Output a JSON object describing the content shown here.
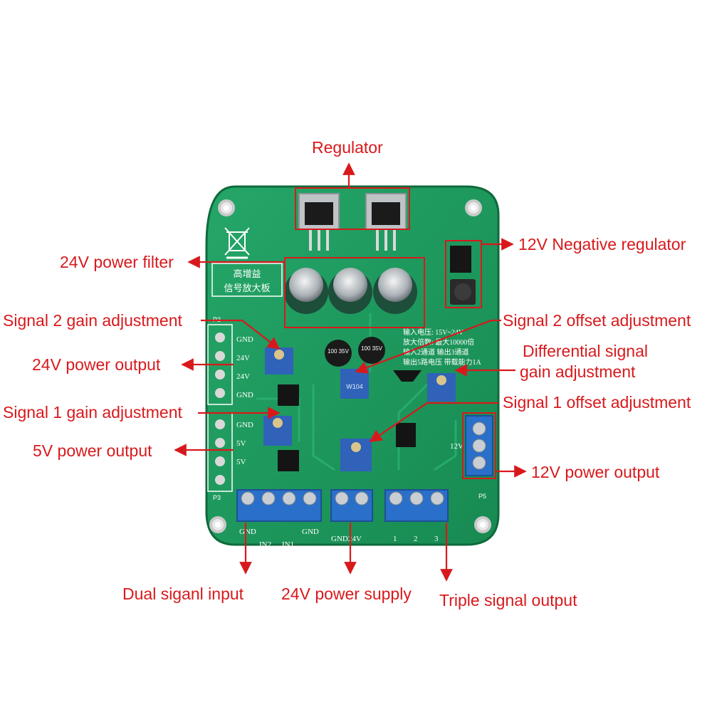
{
  "callouts": {
    "regulator": "Regulator",
    "neg_regulator": "12V Negative regulator",
    "power_filter": "24V power filter",
    "sig2_gain": "Signal 2 gain adjustment",
    "sig2_offset": "Signal 2 offset adjustment",
    "out_24v": "24V power output",
    "diff_gain_line1": "Differential signal",
    "diff_gain_line2": "gain adjustment",
    "sig1_gain": "Signal 1 gain adjustment",
    "sig1_offset": "Signal 1 offset adjustment",
    "out_5v": "5V power output",
    "out_12v": "12V power output",
    "dual_input": "Dual siganl input",
    "supply_24v": "24V power supply",
    "triple_output": "Triple signal output"
  },
  "board": {
    "title_line1": "高增益",
    "title_line2": "信号放大板",
    "info_line1": "输入电压: 15V~24V",
    "info_line2": "放大倍数: 最大10000倍",
    "info_line3": "输入2通道   输出3通道",
    "info_line4": "输出5路电压   带载能力1A",
    "pin_gnd": "GND",
    "pin_24v": "24V",
    "pin_5v": "5V",
    "pin_12v": "12V",
    "label_p2": "P2",
    "label_p3": "P3",
    "label_p5": "P5",
    "label_in1": "IN1",
    "label_in2": "IN2",
    "label_out1": "1",
    "label_out2": "2",
    "label_out3": "3",
    "label_gnd24v": "GND24V",
    "cap_rating": "100 35V",
    "trimpot_code": "W104"
  },
  "colors": {
    "annotation": "#d8191c",
    "pcb": "#1f9a5e",
    "terminal": "#2a6fc9",
    "trimpot": "#2f62b8",
    "capacitor": "#1c4e3a"
  },
  "icons": {
    "weee": "crossed-bin-icon"
  }
}
